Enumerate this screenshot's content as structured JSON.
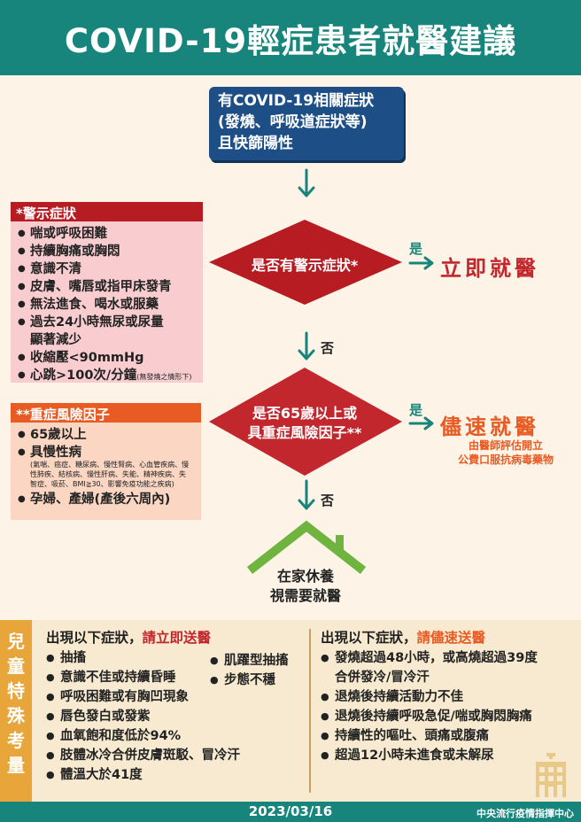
{
  "header": {
    "title": "COVID-19輕症患者就醫建議"
  },
  "start_box": {
    "lines": [
      "有COVID-19相關症狀",
      "(發燒、呼吸道症狀等)",
      "且快篩陽性"
    ]
  },
  "warning_box": {
    "title": "*警示症狀",
    "items": [
      "喘或呼吸困難",
      "持續胸痛或胸悶",
      "意識不清",
      "皮膚、嘴唇或指甲床發青",
      "無法進食、喝水或服藥",
      "過去24小時無尿或尿量",
      "顯著減少",
      "收縮壓<90mmHg",
      "心跳>100次/分鐘",
      "(無發燒之情形下)"
    ]
  },
  "risk_box": {
    "title": "**重症風險因子",
    "items": [
      "65歲以上",
      "具慢性病",
      "孕婦、產婦(產後六周內)"
    ],
    "note": "(氣喘、癌症、糖尿病、慢性腎病、心血管疾病、慢性肺疾、結核病、慢性肝病、失能、精神疾病、失智症、吸菸、BMI≧30、影響免疫功能之疾病)"
  },
  "decision1": {
    "text": "是否有警示症狀*",
    "yes": "是",
    "no": "否",
    "result": "立即就醫"
  },
  "decision2": {
    "lines": [
      "是否65歲以上或",
      "具重症風險因子**"
    ],
    "yes": "是",
    "no": "否",
    "result": "儘速就醫",
    "result_sub": [
      "由醫師評估開立",
      "公費口服抗病毒藥物"
    ]
  },
  "home": {
    "lines": [
      "在家休養",
      "視需要就醫"
    ]
  },
  "kids": {
    "side_title": [
      "兒",
      "童",
      "特",
      "殊",
      "考",
      "量"
    ],
    "left": {
      "heading_prefix": "出現以下症狀，",
      "heading_highlight": "請立即送醫",
      "items": [
        "抽搐",
        "意識不佳或持續昏睡",
        "呼吸困難或有胸凹現象",
        "唇色發白或發紫",
        "血氧飽和度低於94%",
        "肢體冰冷合併皮膚斑駁、冒冷汗",
        "體溫大於41度"
      ],
      "items_right": [
        "肌躍型抽搐",
        "步態不穩"
      ]
    },
    "right": {
      "heading_prefix": "出現以下症狀，",
      "heading_highlight": "請儘速送醫",
      "items": [
        "發燒超過48小時，或高燒超過39度",
        "合併發冷/冒冷汗",
        "退燒後持續活動力不佳",
        "退燒後持續呼吸急促/喘或胸悶胸痛",
        "持續性的嘔吐、頭痛或腹痛",
        "超過12小時未進食或未解尿"
      ]
    }
  },
  "footer": {
    "date": "2023/03/16",
    "org": "中央流行疫情指揮中心"
  },
  "colors": {
    "teal": "#17857b",
    "navy": "#1d4f86",
    "red": "#c1272d",
    "orange": "#e85b23",
    "green": "#6fb43f"
  }
}
